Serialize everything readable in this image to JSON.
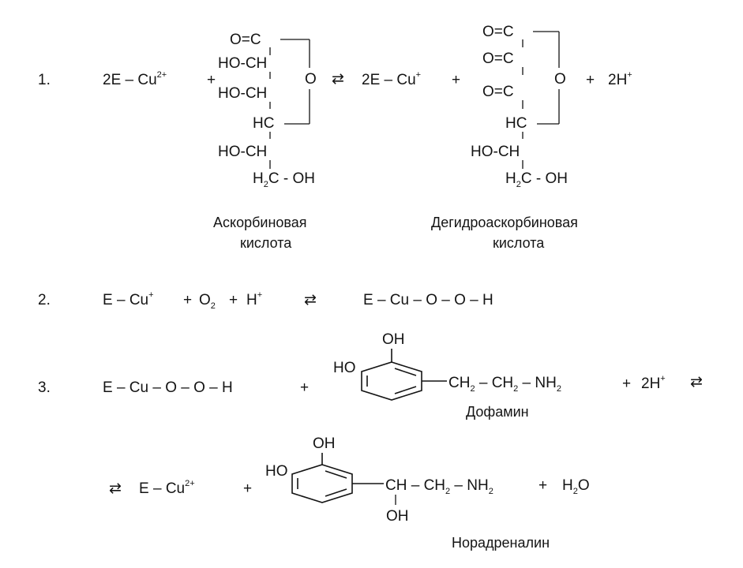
{
  "reactions": {
    "r1": {
      "number": "1.",
      "reactant_a": "2E",
      "metal_a": "Cu",
      "charge_a": "2+",
      "plus": "+",
      "arrow": "⇄",
      "product_a": "2E",
      "metal_b": "Cu",
      "charge_b": "+",
      "proton_coef": "2H",
      "proton_charge": "+",
      "ascorbic_label_1": "Аскорбиновая",
      "ascorbic_label_2": "кислота",
      "dehydro_label_1": "Дегидроаскорбиновая",
      "dehydro_label_2": "кислота"
    },
    "r2": {
      "number": "2.",
      "left": "E",
      "metal": "Cu",
      "charge": "+",
      "o2": "O",
      "o2_sub": "2",
      "h": "H",
      "h_charge": "+",
      "arrow": "⇄",
      "right": "E – Cu – O – O – H"
    },
    "r3": {
      "number": "3.",
      "left": "E – Cu – O – O – H",
      "plus": "+",
      "dopamine_chain": "CH",
      "nh": "NH",
      "proton": "2H",
      "proton_charge": "+",
      "arrow": "⇄",
      "dopamine_label": "Дофамин",
      "product_e": "E",
      "product_metal": "Cu",
      "product_charge": "2+",
      "ch": "CH",
      "water": "H",
      "water_o": "O",
      "noradrenaline_label": "Норадреналин"
    },
    "groups": {
      "oc": "O=C",
      "hoch": "HO-CH",
      "hc": "HC",
      "h2c": "H",
      "oh": "OH",
      "ho": "HO",
      "o": "O",
      "dash_oh": "- OH",
      "c": "C",
      "sub2": "2"
    }
  }
}
